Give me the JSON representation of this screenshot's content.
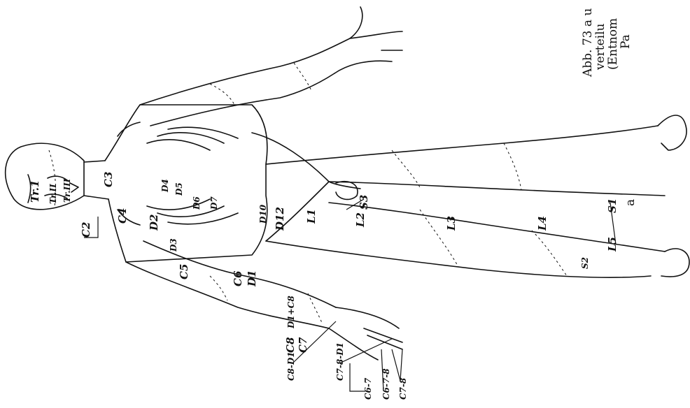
{
  "caption": {
    "line1": "Abb. 73 a u",
    "line2": "verteilu",
    "line3": "(Entnom",
    "line4": "Pa"
  },
  "panel_letter": "a",
  "labels": {
    "tr1": "Tr.1",
    "tr2": "Tr.II",
    "tr3": "Tr.III",
    "c2": "C2",
    "c3": "C3",
    "c4": "C4",
    "c5": "C5",
    "c6": "C6",
    "c7": "C7",
    "c8": "C8",
    "c6_7": "C6-7",
    "c6_7_8": "C6-7-8",
    "c7_8": "C7-8",
    "c7_8_d1": "C7-8-D1",
    "c8_d1": "C8-D1",
    "d1_c8": "D1+C8",
    "d1": "D1",
    "d2": "D2",
    "d3": "D3",
    "d4": "D4",
    "d5": "D5",
    "d6": "D6",
    "d7": "D7",
    "d10": "D10",
    "d12": "D12",
    "l1": "L1",
    "l2": "L2",
    "l3": "L3",
    "l4": "L4",
    "l5": "L5",
    "s1": "S1",
    "s3": "S3",
    "s2": "S2"
  }
}
